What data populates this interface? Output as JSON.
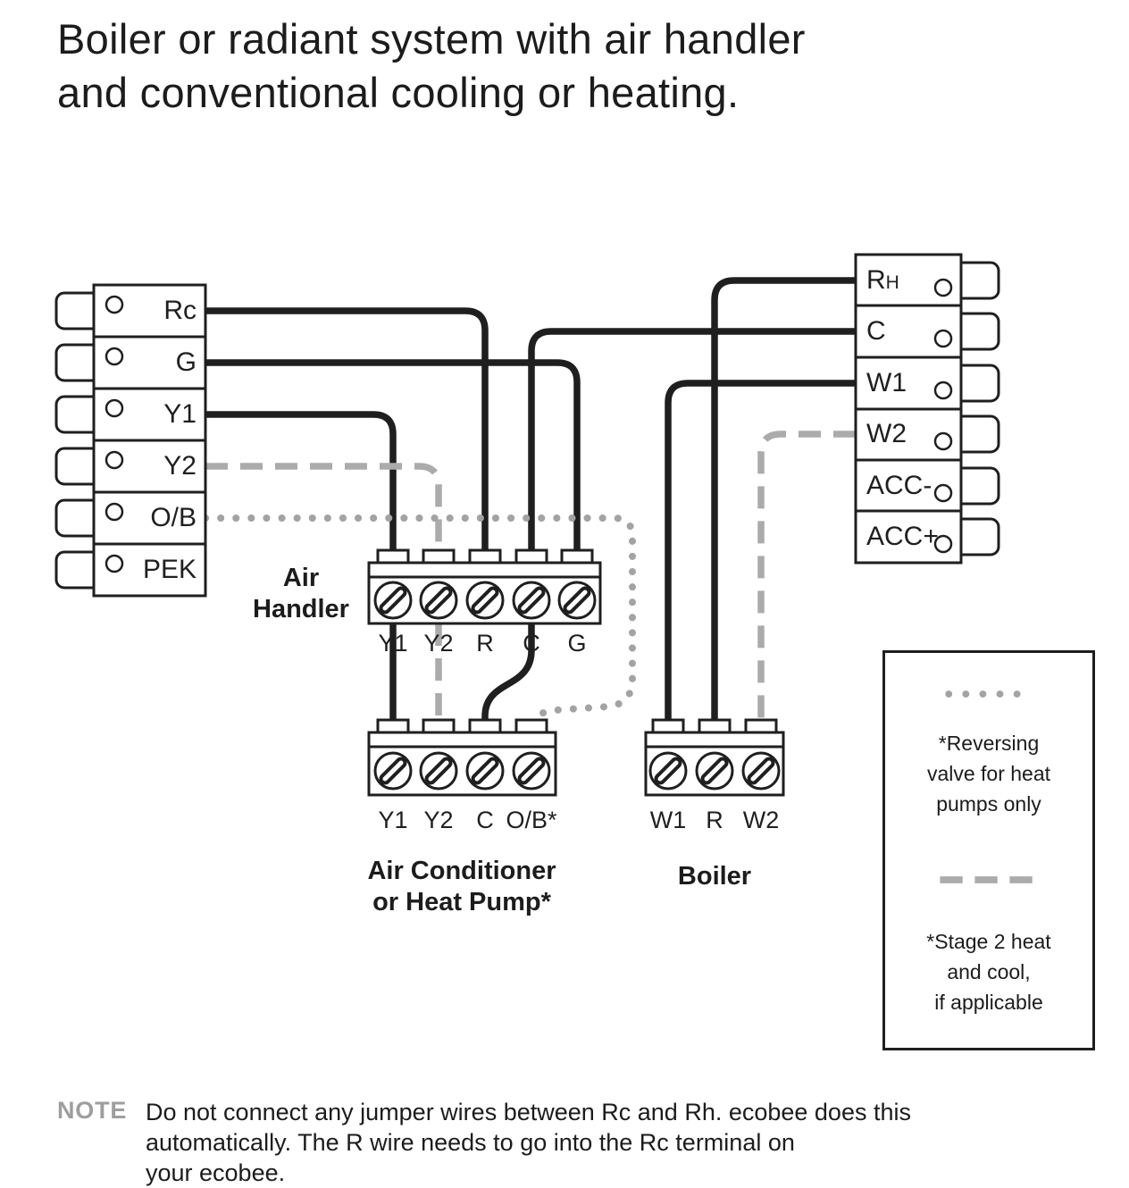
{
  "title": {
    "line1": "Boiler or radiant system with air handler",
    "line2": "and conventional cooling or heating."
  },
  "thermostat": {
    "left_terminals": [
      "Rc",
      "G",
      "Y1",
      "Y2",
      "O/B",
      "PEK"
    ],
    "right_terminals": [
      "Rh",
      "C",
      "W1",
      "W2",
      "ACC-",
      "ACC+"
    ]
  },
  "air_handler": {
    "label_line1": "Air",
    "label_line2": "Handler",
    "terminals": [
      "Y1",
      "Y2",
      "R",
      "C",
      "G"
    ]
  },
  "air_conditioner": {
    "label_line1": "Air Conditioner",
    "label_line2": "or Heat Pump*",
    "terminals": [
      "Y1",
      "Y2",
      "C",
      "O/B*"
    ]
  },
  "boiler": {
    "label": "Boiler",
    "terminals": [
      "W1",
      "R",
      "W2"
    ]
  },
  "legend": {
    "reversing_lines": [
      "*Reversing",
      "valve for heat",
      "pumps only"
    ],
    "stage2_lines": [
      "*Stage 2 heat",
      "and cool,",
      "if applicable"
    ]
  },
  "note": {
    "label": "NOTE",
    "lines": [
      "Do not connect any jumper wires between Rc and Rh. ecobee does this",
      "automatically. The R wire needs to go into the Rc terminal on",
      "your ecobee."
    ]
  },
  "colors": {
    "wire_solid": "#1f1f1f",
    "wire_dashed": "#ababab",
    "wire_dotted": "#a3a3a3"
  }
}
